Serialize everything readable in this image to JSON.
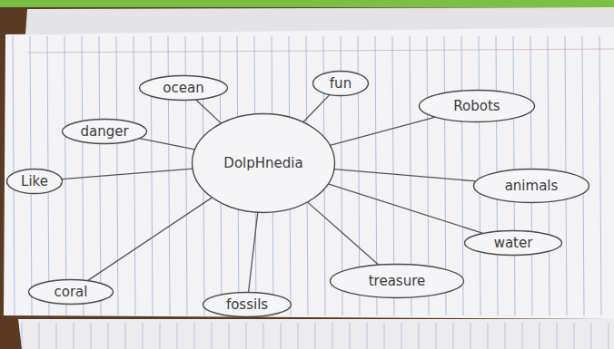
{
  "diagram": {
    "nodes": [
      {
        "text": [
          "DolpHnedia"
        ]
      },
      {
        "text": [
          "ocean"
        ]
      },
      {
        "text": [
          "fun"
        ]
      },
      {
        "text": [
          "danger"
        ]
      },
      {
        "text": [
          "Robots"
        ]
      },
      {
        "text": [
          "Like"
        ]
      },
      {
        "text": [
          "animals"
        ]
      },
      {
        "text": [
          "water"
        ]
      },
      {
        "text": [
          "coral"
        ]
      },
      {
        "text": [
          "fossils"
        ]
      },
      {
        "text": [
          "treasure"
        ]
      }
    ],
    "edges": [
      {
        "from": 0,
        "to": 1,
        "arrow": "none"
      },
      {
        "from": 0,
        "to": 2,
        "arrow": "none"
      },
      {
        "from": 0,
        "to": 3,
        "arrow": "none"
      },
      {
        "from": 0,
        "to": 4,
        "arrow": "none"
      },
      {
        "from": 0,
        "to": 5,
        "arrow": "none"
      },
      {
        "from": 0,
        "to": 6,
        "arrow": "none"
      },
      {
        "from": 0,
        "to": 7,
        "arrow": "none"
      },
      {
        "from": 0,
        "to": 8,
        "arrow": "none"
      },
      {
        "from": 0,
        "to": 9,
        "arrow": "none"
      },
      {
        "from": 0,
        "to": 10,
        "arrow": "none"
      }
    ]
  }
}
